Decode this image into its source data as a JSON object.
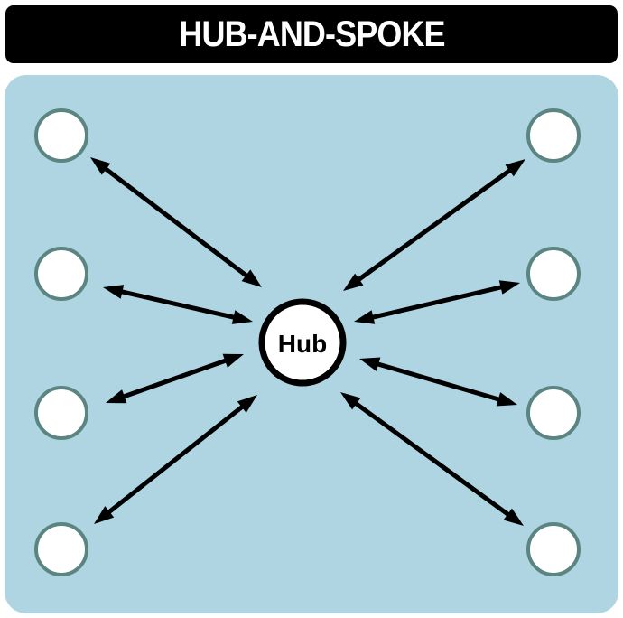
{
  "title": "HUB-AND-SPOKE",
  "hub": {
    "label": "Hub"
  },
  "colors": {
    "panel": "#afd5e2",
    "title_bar": "#000000",
    "node_stroke": "#5a8580",
    "node_fill": "#ffffff",
    "arrow": "#000000"
  },
  "spokes": [
    {
      "side": "left",
      "position": 1
    },
    {
      "side": "left",
      "position": 2
    },
    {
      "side": "left",
      "position": 3
    },
    {
      "side": "left",
      "position": 4
    },
    {
      "side": "right",
      "position": 1
    },
    {
      "side": "right",
      "position": 2
    },
    {
      "side": "right",
      "position": 3
    },
    {
      "side": "right",
      "position": 4
    }
  ]
}
